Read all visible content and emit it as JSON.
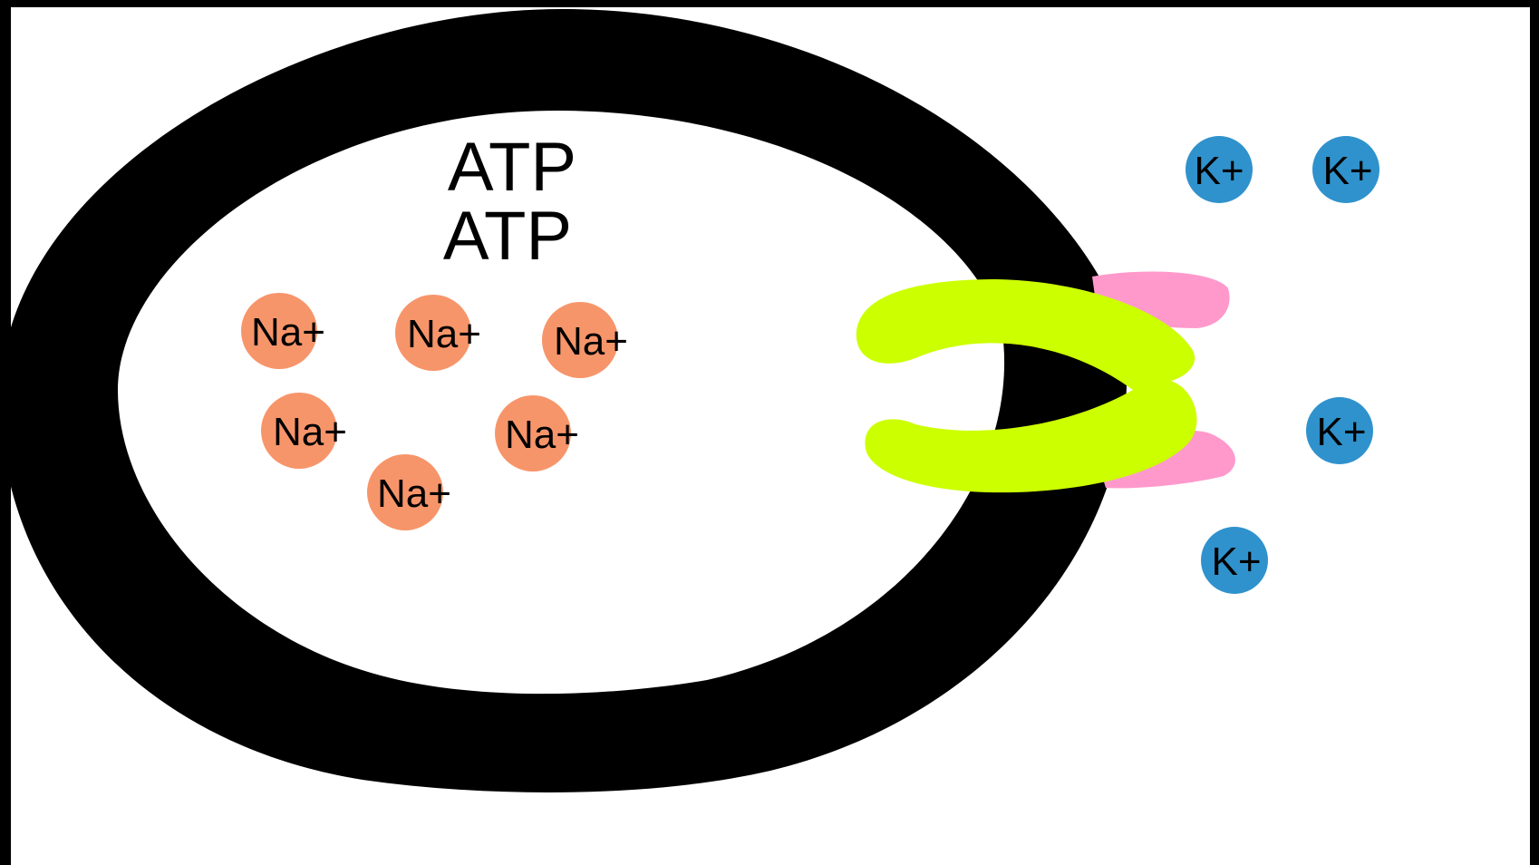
{
  "diagram": {
    "atp_labels": [
      "ATP",
      "ATP"
    ],
    "sodium_ions": [
      "Na+",
      "Na+",
      "Na+",
      "Na+",
      "Na+",
      "Na+"
    ],
    "potassium_ions": [
      "K+",
      "K+",
      "K+",
      "K+"
    ],
    "colors": {
      "frame": "#000000",
      "background": "#ffffff",
      "membrane": "#000000",
      "sodium": "#f7956a",
      "potassium": "#2f92cc",
      "pump": "#ccff00",
      "pump_binding_sites": "#ff99cc"
    }
  }
}
